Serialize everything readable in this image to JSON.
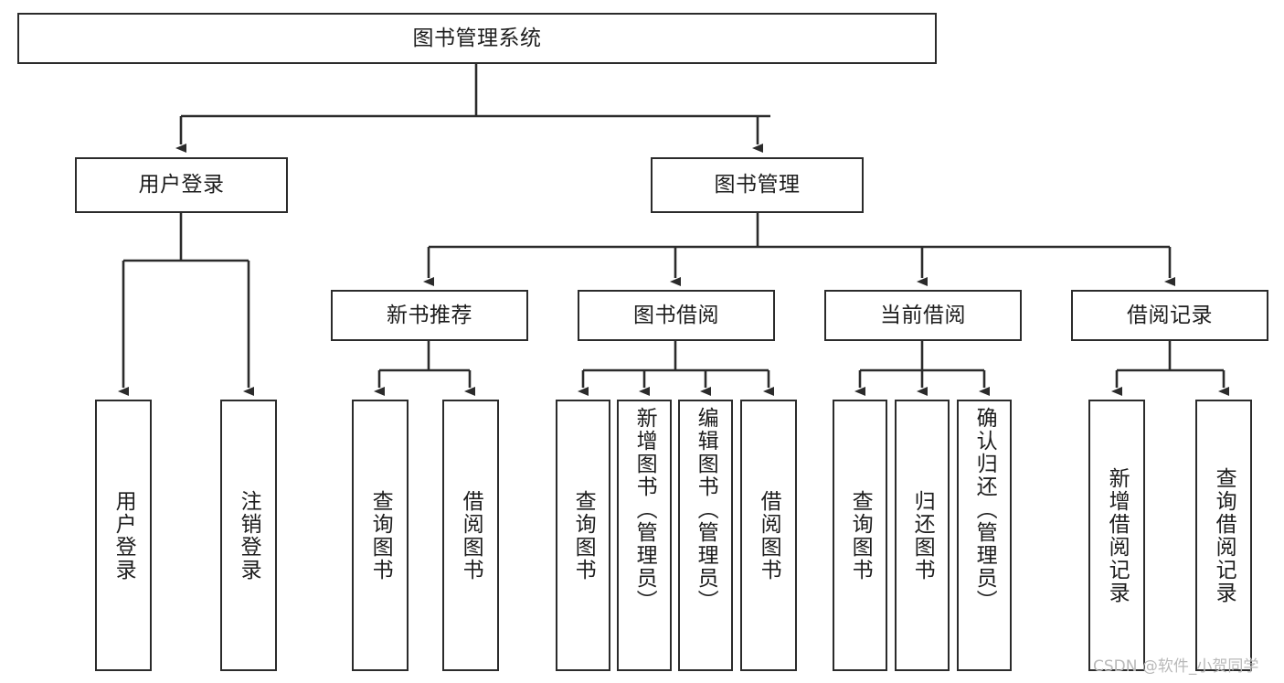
{
  "diagram": {
    "title": "图书管理系统",
    "type": "tree",
    "orientation": "top-down",
    "line_color": "#2b2b2b",
    "box_fill": "#ffffff",
    "text_color": "#1d1d1d",
    "watermark": "CSDN @软件_小贺同学"
  },
  "nodes": {
    "root": {
      "label": "图书管理系统",
      "level": 0
    },
    "level1": [
      {
        "id": "user-login",
        "label": "用户登录"
      },
      {
        "id": "book-manage",
        "label": "图书管理"
      }
    ],
    "level2": [
      {
        "id": "new-book-recommend",
        "label": "新书推荐",
        "parent": "book-manage"
      },
      {
        "id": "book-borrow",
        "label": "图书借阅",
        "parent": "book-manage"
      },
      {
        "id": "current-borrow",
        "label": "当前借阅",
        "parent": "book-manage"
      },
      {
        "id": "borrow-record",
        "label": "借阅记录",
        "parent": "book-manage"
      }
    ],
    "leaves": [
      {
        "id": "leaf-user-login",
        "label": "用户登录",
        "parent": "user-login"
      },
      {
        "id": "leaf-logout",
        "label": "注销登录",
        "parent": "user-login"
      },
      {
        "id": "leaf-query-book-1",
        "label": "查询图书",
        "parent": "new-book-recommend"
      },
      {
        "id": "leaf-borrow-book-1",
        "label": "借阅图书",
        "parent": "new-book-recommend"
      },
      {
        "id": "leaf-query-book-2",
        "label": "查询图书",
        "parent": "book-borrow"
      },
      {
        "id": "leaf-add-book",
        "label": "新增图书（管理员）",
        "parent": "book-borrow"
      },
      {
        "id": "leaf-edit-book",
        "label": "编辑图书（管理员）",
        "parent": "book-borrow"
      },
      {
        "id": "leaf-borrow-book-2",
        "label": "借阅图书",
        "parent": "book-borrow"
      },
      {
        "id": "leaf-query-book-3",
        "label": "查询图书",
        "parent": "current-borrow"
      },
      {
        "id": "leaf-return-book",
        "label": "归还图书",
        "parent": "current-borrow"
      },
      {
        "id": "leaf-confirm-return",
        "label": "确认归还（管理员）",
        "parent": "current-borrow"
      },
      {
        "id": "leaf-add-record",
        "label": "新增借阅记录",
        "parent": "borrow-record"
      },
      {
        "id": "leaf-query-record",
        "label": "查询借阅记录",
        "parent": "borrow-record"
      }
    ]
  }
}
